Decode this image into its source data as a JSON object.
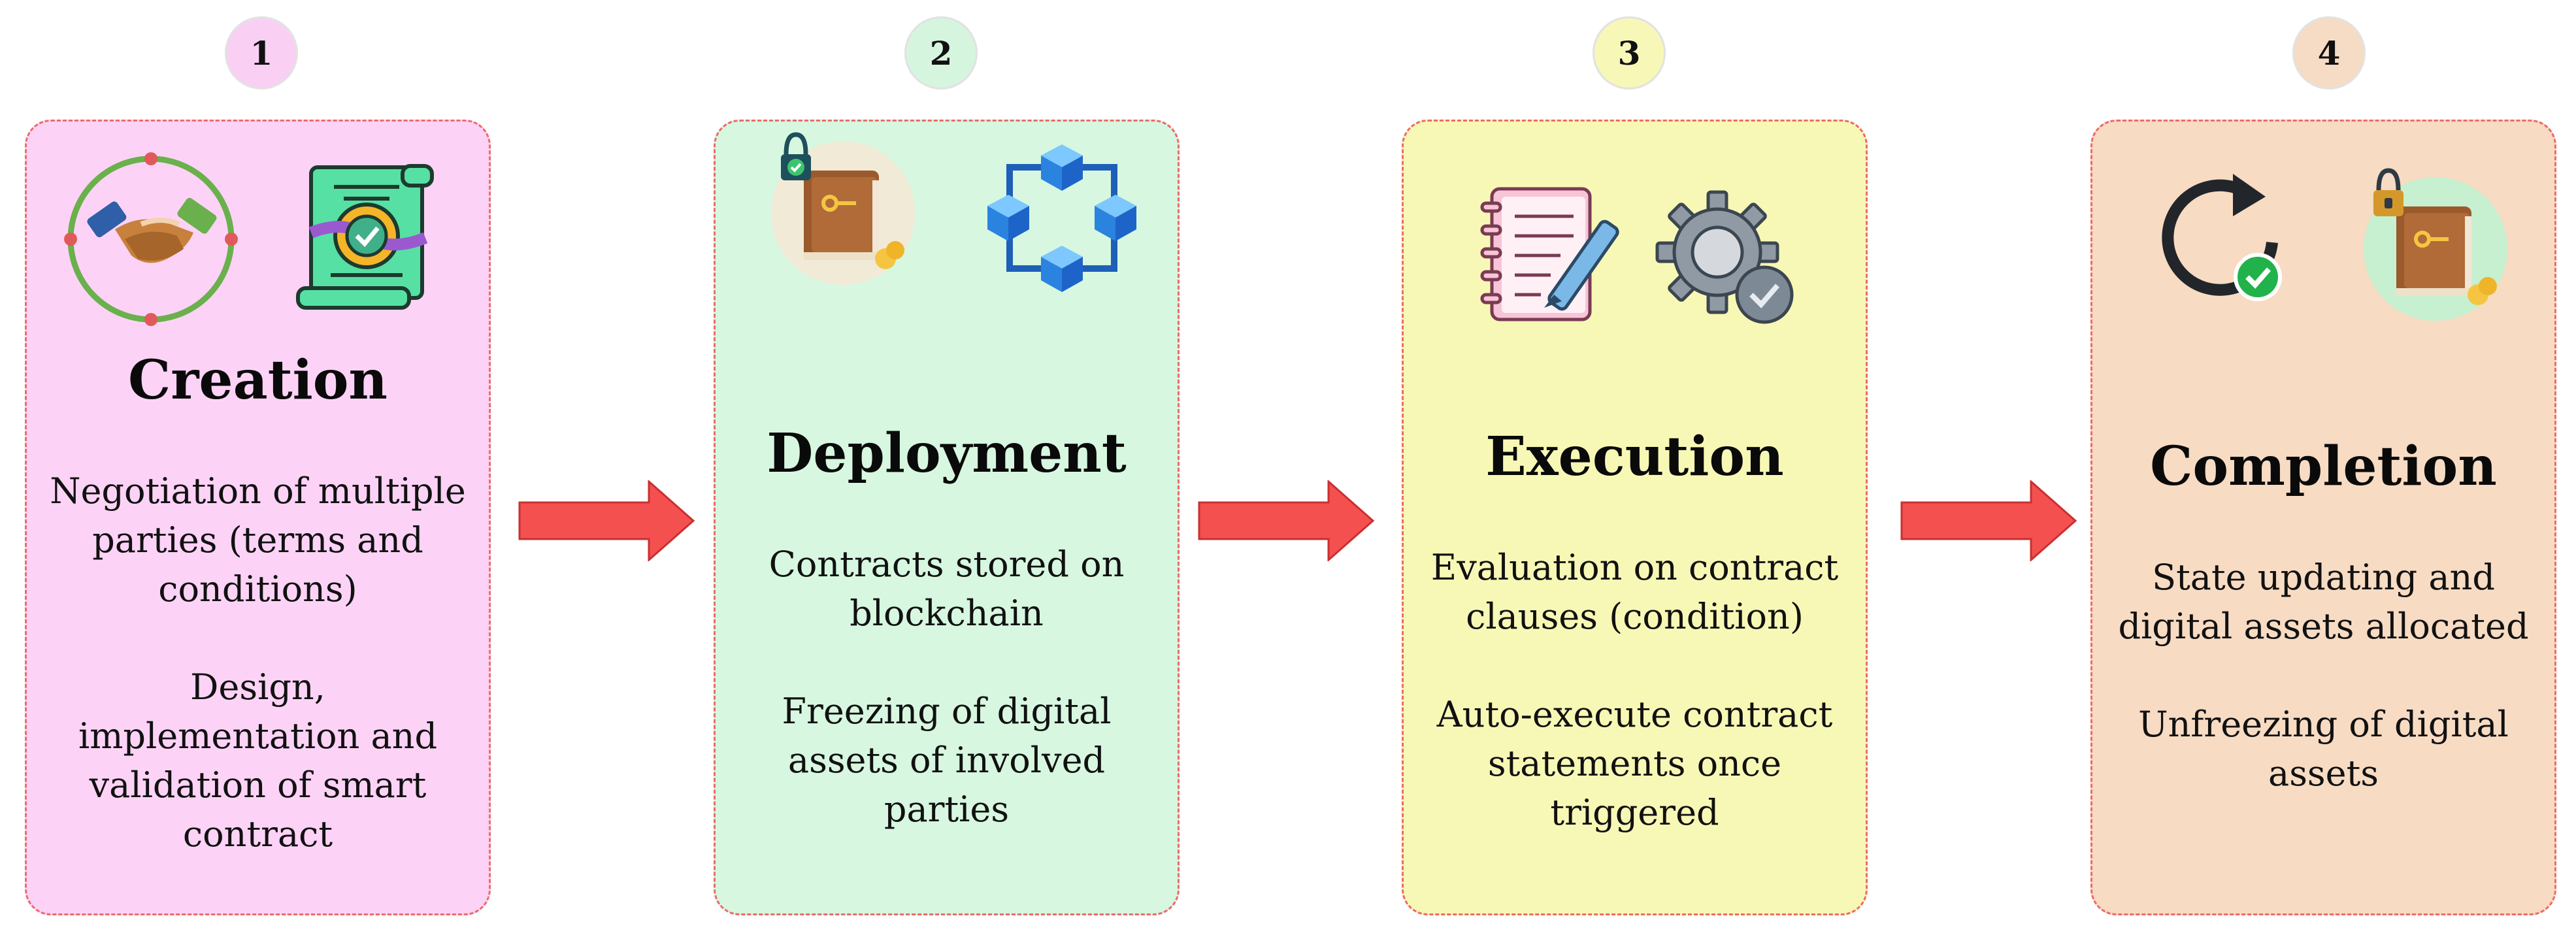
{
  "stages": [
    {
      "number": "1",
      "title": "Creation",
      "paragraphs": [
        "Negotiation of multiple parties (terms and conditions)",
        "Design, implementation and validation of smart contract"
      ],
      "badge_color": "#f9d0f3",
      "card_color": "#fcd3f6",
      "icons": [
        "handshake-icon",
        "contract-scroll-icon"
      ]
    },
    {
      "number": "2",
      "title": "Deployment",
      "paragraphs": [
        "Contracts stored on blockchain",
        "Freezing of digital assets of involved parties"
      ],
      "badge_color": "#d6f5df",
      "card_color": "#d7f7e0",
      "icons": [
        "locked-ledger-icon",
        "blockchain-network-icon"
      ]
    },
    {
      "number": "3",
      "title": "Execution",
      "paragraphs": [
        "Evaluation on contract clauses (condition)",
        "Auto-execute contract statements once triggered"
      ],
      "badge_color": "#f7f7b8",
      "card_color": "#f8f8b6",
      "icons": [
        "notebook-pen-icon",
        "gear-check-icon"
      ]
    },
    {
      "number": "4",
      "title": "Completion",
      "paragraphs": [
        "State updating and digital assets allocated",
        "Unfreezing of digital assets"
      ],
      "badge_color": "#f6dcc4",
      "card_color": "#f7dbc3",
      "icons": [
        "refresh-check-icon",
        "locked-ledger-icon"
      ]
    }
  ],
  "arrow_color": "#f55050"
}
